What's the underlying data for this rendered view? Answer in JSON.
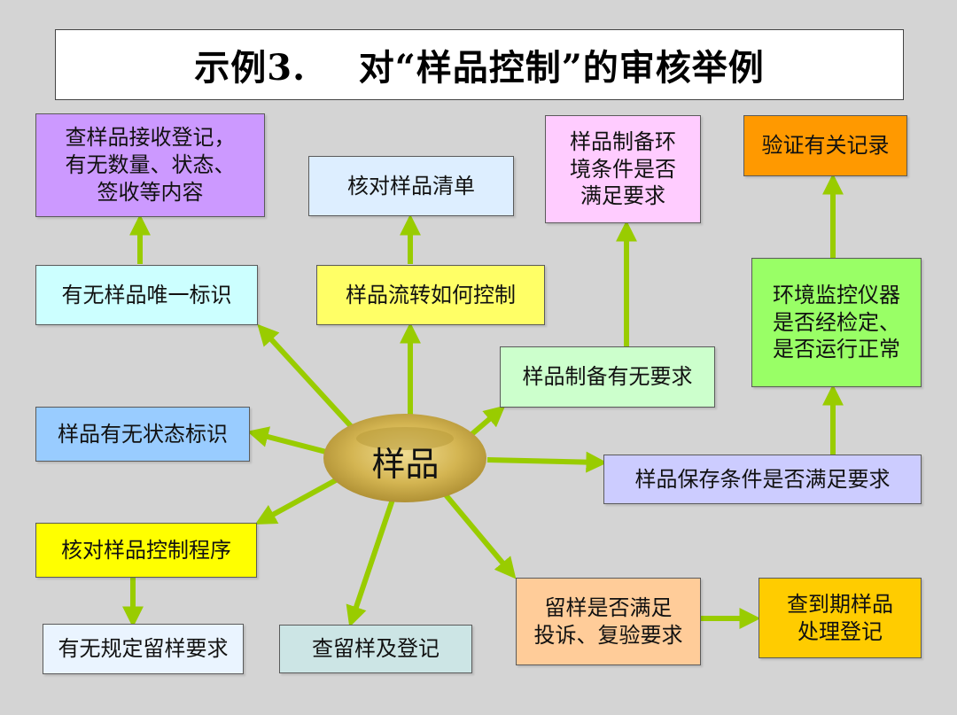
{
  "title": "示例3.    对“样品控制”的审核举例",
  "center": "样品",
  "colors": {
    "background": "#d4d4d4",
    "arrow": "#99cc00",
    "center_fill": "#c8a843"
  },
  "boxes": {
    "check_receipt": "查样品接收登记，\n有无数量、状态、\n签收等内容",
    "verify_list": "核对样品清单",
    "prep_env": "样品制备环\n境条件是否\n满足要求",
    "verify_records": "验证有关记录",
    "unique_id": "有无样品唯一标识",
    "flow_control": "样品流转如何控制",
    "prep_requirements": "样品制备有无要求",
    "env_monitor": "环境监控仪器\n是否经检定、\n是否运行正常",
    "status_id": "样品有无状态标识",
    "storage_conditions": "样品保存条件是否满足要求",
    "control_procedure": "核对样品控制程序",
    "retention_rules": "有无规定留样要求",
    "check_retention": "查留样及登记",
    "retention_complaint": "留样是否满足\n投诉、复验要求",
    "expired_disposal": "查到期样品\n处理登记"
  }
}
